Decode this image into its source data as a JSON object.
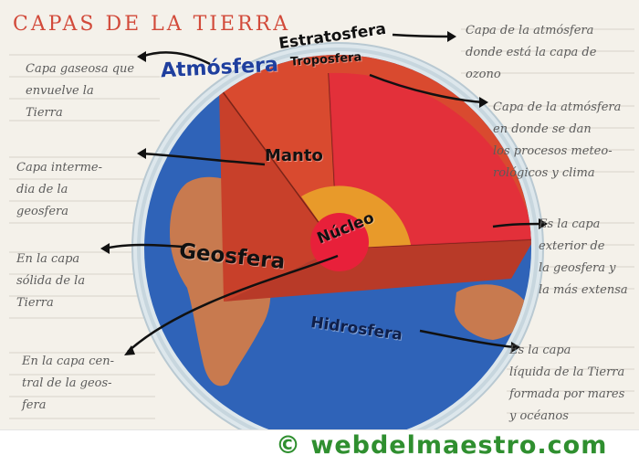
{
  "title": "CAPAS DE LA TIERRA",
  "layers": {
    "atmosfera": "Atmósfera",
    "estratosfera": "Estratosfera",
    "troposfera": "Troposfera",
    "manto": "Manto",
    "nucleo": "Núcleo",
    "geosfera": "Geosfera",
    "hidrosfera": "Hidrosfera"
  },
  "notes": {
    "left_1": [
      "Capa gaseosa que",
      "envuelve la",
      "Tierra"
    ],
    "left_2": [
      "Capa interme-",
      "dia de la",
      "geosfera"
    ],
    "left_3": [
      "En la capa",
      "sólida de la",
      "Tierra"
    ],
    "left_4": [
      "En la capa cen-",
      "tral de la geos-",
      "fera"
    ],
    "right_1": [
      "Capa de la atmósfera",
      "donde está la capa de",
      "ozono"
    ],
    "right_2": [
      "Capa de la atmósfera",
      "en donde se dan",
      "los procesos meteo-",
      "rológicos y clima"
    ],
    "right_3": [
      "Es la capa",
      "exterior de",
      "la geosfera y",
      "la más extensa"
    ],
    "right_4": [
      "Es la capa",
      "líquida de la Tierra",
      "formada por mares",
      "y océanos"
    ]
  },
  "footer": "© webdelmaestro.com",
  "colors": {
    "ocean": "#2f63b8",
    "land": "#c87a4f",
    "mantle": "#d94a2f",
    "outer_core": "#e89a2a",
    "inner_core": "#e8203a",
    "atmosphere": "#dde7ec",
    "title": "#d24a3a",
    "footer": "#2f8f2f"
  }
}
